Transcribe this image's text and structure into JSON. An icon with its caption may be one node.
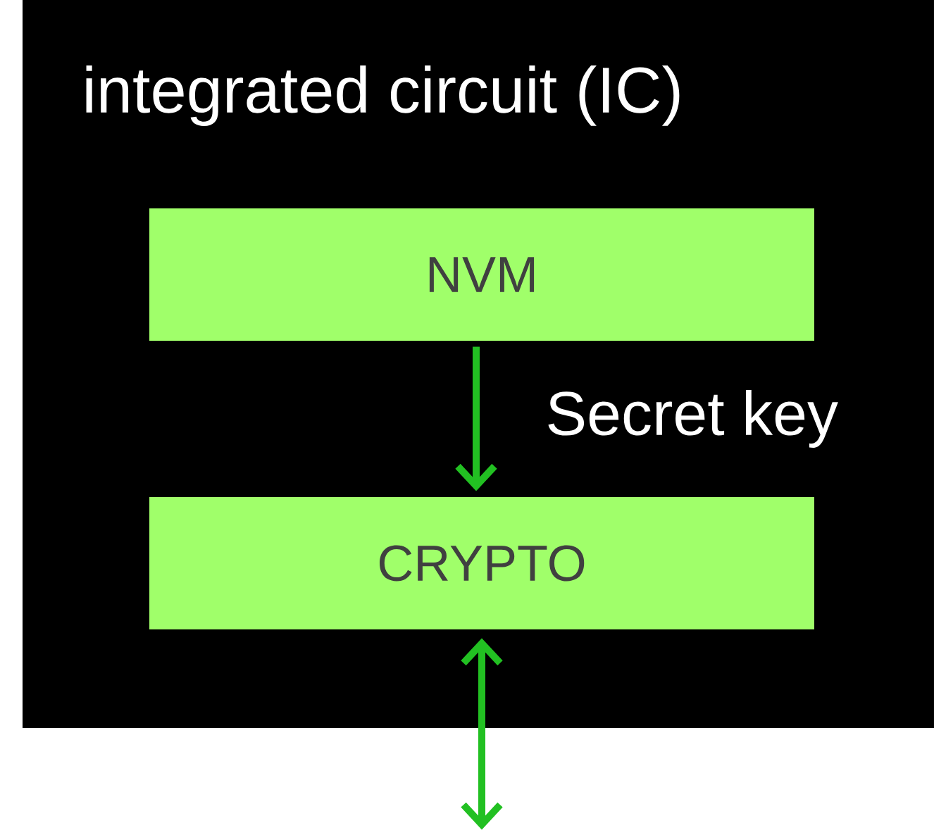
{
  "diagram": {
    "nodes": [
      {
        "text": [
          "integrated circuit (IC)"
        ]
      },
      {
        "text": [
          "NVM"
        ],
        "in": 0
      },
      {
        "text": [
          "CRYPTO"
        ],
        "in": 0
      }
    ],
    "edges": [
      {
        "from": 1,
        "to": 2,
        "arrow": "to",
        "label": "Secret key"
      },
      {
        "from": 2,
        "to": null,
        "arrow": "both"
      }
    ]
  }
}
